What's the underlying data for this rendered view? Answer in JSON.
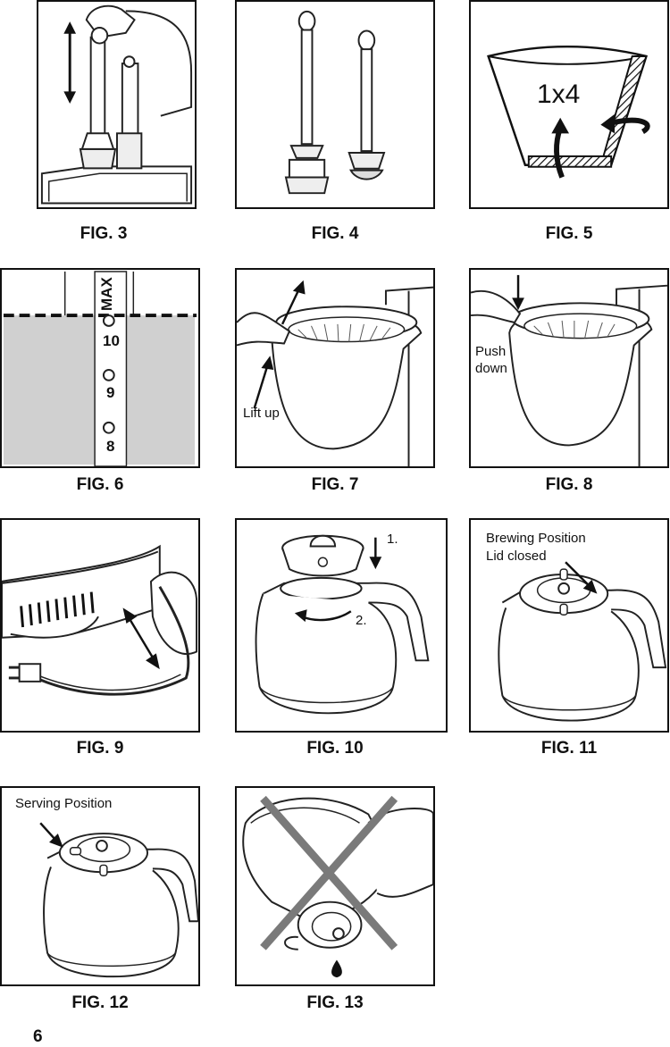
{
  "figures": [
    {
      "caption": "FIG. 3"
    },
    {
      "caption": "FIG. 4"
    },
    {
      "caption": "FIG. 5",
      "filter_label": "1x4"
    },
    {
      "caption": "FIG. 6",
      "marks": [
        "MAX",
        "10",
        "9",
        "8"
      ]
    },
    {
      "caption": "FIG. 7",
      "label": "Lift up"
    },
    {
      "caption": "FIG. 8",
      "label_lines": [
        "Push",
        "down"
      ]
    },
    {
      "caption": "FIG. 9"
    },
    {
      "caption": "FIG. 10",
      "step1": "1.",
      "step2": "2."
    },
    {
      "caption": "FIG. 11",
      "label_lines": [
        "Brewing Position",
        "Lid closed"
      ]
    },
    {
      "caption": "FIG. 12",
      "label": "Serving Position"
    },
    {
      "caption": "FIG. 13"
    }
  ],
  "page_number": "6"
}
